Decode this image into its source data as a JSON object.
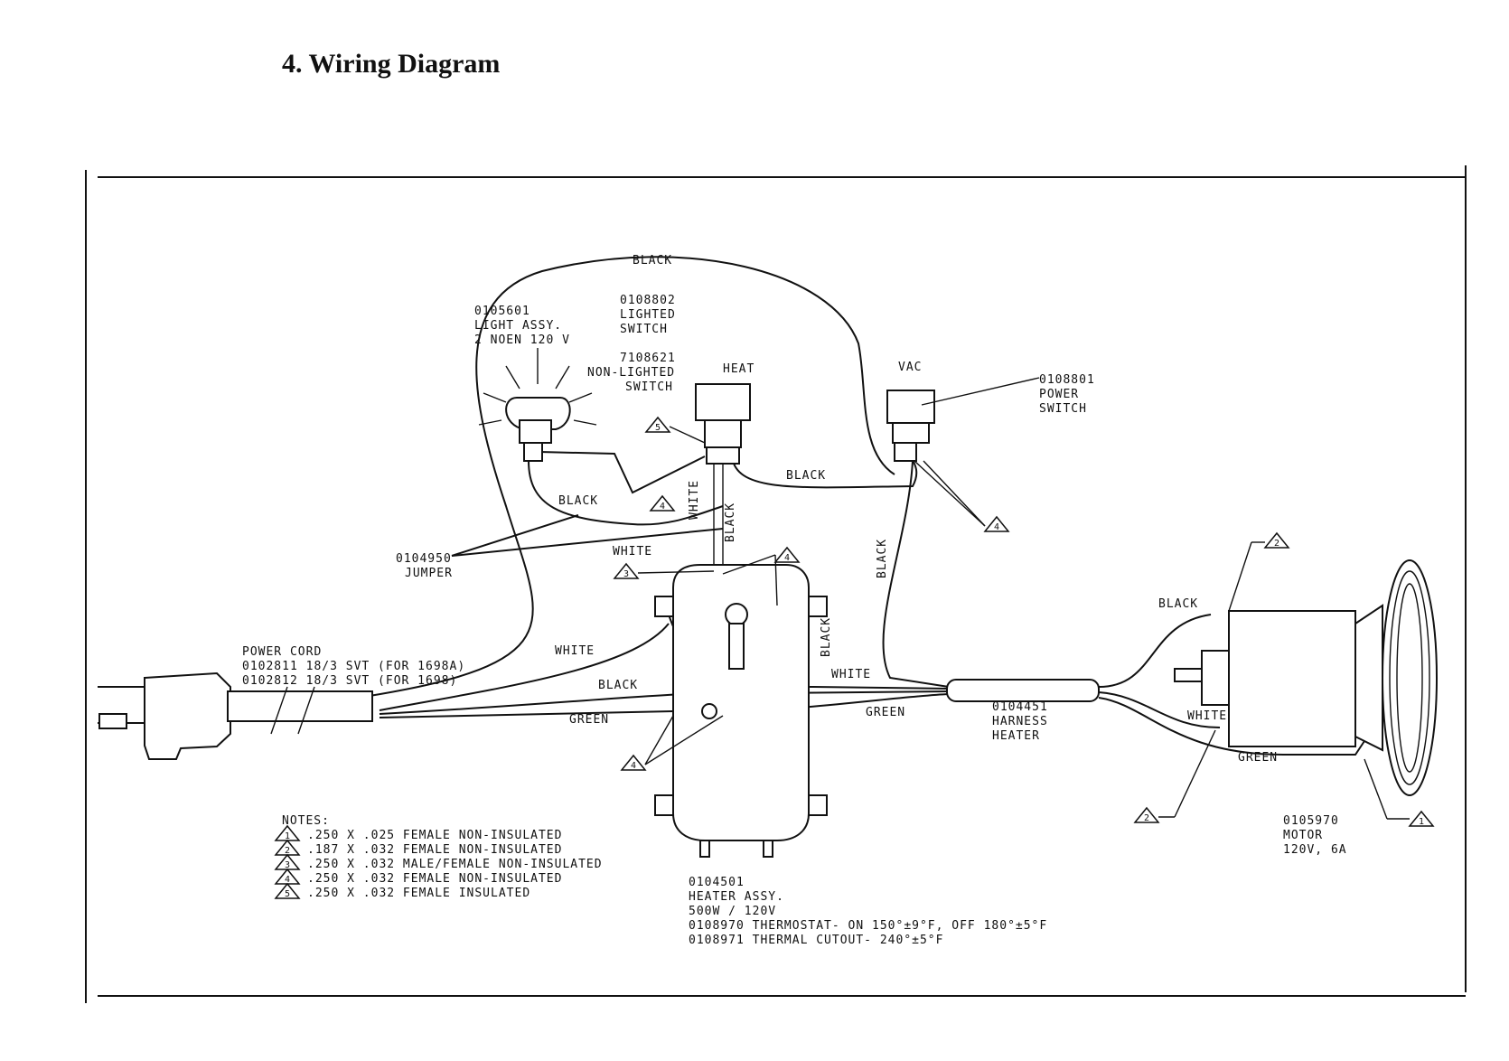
{
  "title": "4. Wiring Diagram",
  "colors": {
    "ink": "#111111",
    "paper": "#ffffff"
  },
  "wire_labels": {
    "black_top": "BLACK",
    "black_jumper": "BLACK",
    "black_heat_vac": "BLACK",
    "black_vertical_left": "BLACK",
    "black_vertical_right": "BLACK",
    "black_heater_side": "BLACK",
    "black_lower": "BLACK",
    "black_motor": "BLACK",
    "white_vertical": "WHITE",
    "white_mid": "WHITE",
    "white_left": "WHITE",
    "white_right": "WHITE",
    "white_motor": "WHITE",
    "green_left": "GREEN",
    "green_right": "GREEN",
    "green_motor": "GREEN"
  },
  "components": {
    "light": {
      "part": "0105601",
      "line1": "LIGHT ASSY.",
      "line2": "2 NOEN 120 V"
    },
    "lighted_switch": {
      "part": "0108802",
      "line1": "LIGHTED",
      "line2": "SWITCH"
    },
    "non_lighted": {
      "part": "7108621",
      "line1": "NON-LIGHTED",
      "line2": "SWITCH"
    },
    "heat_label": "HEAT",
    "vac_label": "VAC",
    "power_switch": {
      "part": "0108801",
      "line1": "POWER",
      "line2": "SWITCH"
    },
    "jumper": {
      "part": "0104950",
      "line1": "JUMPER"
    },
    "power_cord": {
      "line1": "POWER CORD",
      "line2": "0102811 18/3 SVT (FOR 1698A)",
      "line3": "0102812 18/3 SVT (FOR 1698)"
    },
    "harness": {
      "part": "0104451",
      "line1": "HARNESS",
      "line2": "HEATER"
    },
    "heater": {
      "part": "0104501",
      "line1": "HEATER ASSY.",
      "line2": "500W / 120V",
      "line3": "0108970 THERMOSTAT- ON 150°±9°F, OFF 180°±5°F",
      "line4": "0108971 THERMAL CUTOUT- 240°±5°F"
    },
    "motor": {
      "part": "0105970",
      "line1": "MOTOR",
      "line2": "120V, 6A"
    }
  },
  "notes": {
    "heading": "NOTES:",
    "items": [
      {
        "num": "1",
        "text": ".250 X .025 FEMALE NON-INSULATED"
      },
      {
        "num": "2",
        "text": ".187 X .032 FEMALE NON-INSULATED"
      },
      {
        "num": "3",
        "text": ".250 X .032 MALE/FEMALE NON-INSULATED"
      },
      {
        "num": "4",
        "text": ".250 X .032 FEMALE NON-INSULATED"
      },
      {
        "num": "5",
        "text": ".250 X .032 FEMALE INSULATED"
      }
    ]
  },
  "markers": {
    "m1": "1",
    "m2": "2",
    "m3": "3",
    "m4": "4",
    "m5": "5"
  }
}
